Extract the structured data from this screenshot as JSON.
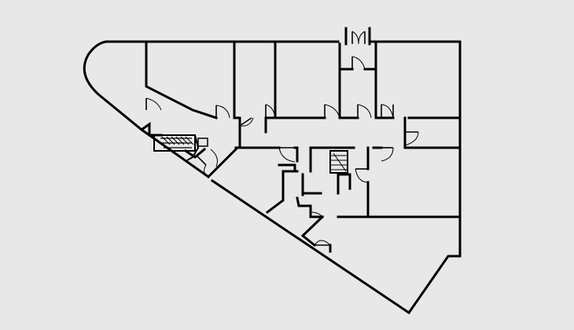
{
  "floorplan": {
    "wall_color": "#000000",
    "background_color": "#e8e8e8",
    "rooms": [
      {
        "id": "room-top-left"
      },
      {
        "id": "room-top-2"
      },
      {
        "id": "room-top-3"
      },
      {
        "id": "room-top-narrow"
      },
      {
        "id": "room-top-right"
      },
      {
        "id": "room-right-middle"
      },
      {
        "id": "room-right-lower"
      },
      {
        "id": "corridor"
      },
      {
        "id": "room-bottom-large"
      },
      {
        "id": "stair-core-left"
      },
      {
        "id": "stair-core-center"
      },
      {
        "id": "room-small-center"
      },
      {
        "id": "room-bottom-center"
      }
    ],
    "icons": [
      "door-icon",
      "double-door-icon",
      "stair-icon"
    ]
  }
}
